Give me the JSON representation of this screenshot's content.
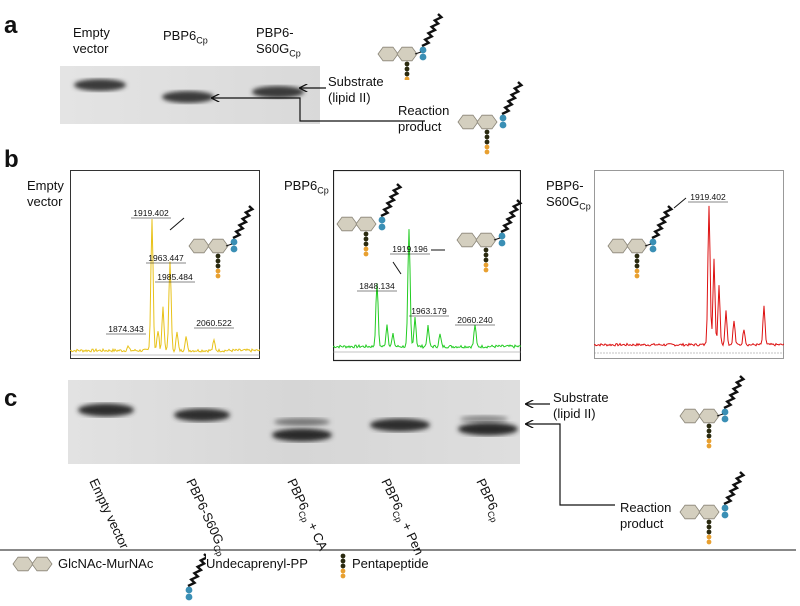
{
  "panels": {
    "a": "a",
    "b": "b",
    "c": "c"
  },
  "panel_a": {
    "lanes": [
      {
        "main": "Empty",
        "line2": "vector",
        "sub": ""
      },
      {
        "main": "PBP6",
        "line2": "",
        "sub": "Cp"
      },
      {
        "main": "PBP6-",
        "line2": "S60G",
        "sub": "Cp"
      }
    ],
    "substrate": [
      "Substrate",
      "(lipid II)"
    ],
    "product": [
      "Reaction",
      "product"
    ]
  },
  "panel_b": {
    "spectra": [
      {
        "title1": "Empty",
        "title2": "vector",
        "sub": "",
        "color": "#e8c21a",
        "peaks": [
          "1919.402",
          "1963.447",
          "1985.484",
          "2060.522",
          "1874.343"
        ]
      },
      {
        "title1": "PBP6",
        "title2": "",
        "sub": "Cp",
        "color": "#22cc22",
        "peaks": [
          "1919.196",
          "1848.134",
          "1963.179",
          "2060.240"
        ]
      },
      {
        "title1": "PBP6-",
        "title2": "S60G",
        "sub": "Cp",
        "color": "#dd1111",
        "peaks": [
          "1919.402"
        ]
      }
    ]
  },
  "panel_c": {
    "lanes": [
      {
        "main": "Empty vector",
        "sub": "",
        "tail": ""
      },
      {
        "main": "PBP6-S60G",
        "sub": "Cp",
        "tail": ""
      },
      {
        "main": "PBP6",
        "sub": "Cp",
        "tail": " + CA"
      },
      {
        "main": "PBP6",
        "sub": "Cp",
        "tail": " + Pen"
      },
      {
        "main": "PBP6",
        "sub": "Cp",
        "tail": ""
      }
    ],
    "substrate": [
      "Substrate",
      "(lipid II)"
    ],
    "product": [
      "Reaction",
      "product"
    ]
  },
  "legend": {
    "glcnac": "GlcNAc-MurNAc",
    "undecaprenyl": "Undecaprenyl-PP",
    "pentapeptide": "Pentapeptide"
  },
  "colors": {
    "sugar": "#d4cfbf",
    "phosphate": "#3a8fb5",
    "peptide_dark": "#2a2a10",
    "peptide_orange": "#e8a030"
  }
}
